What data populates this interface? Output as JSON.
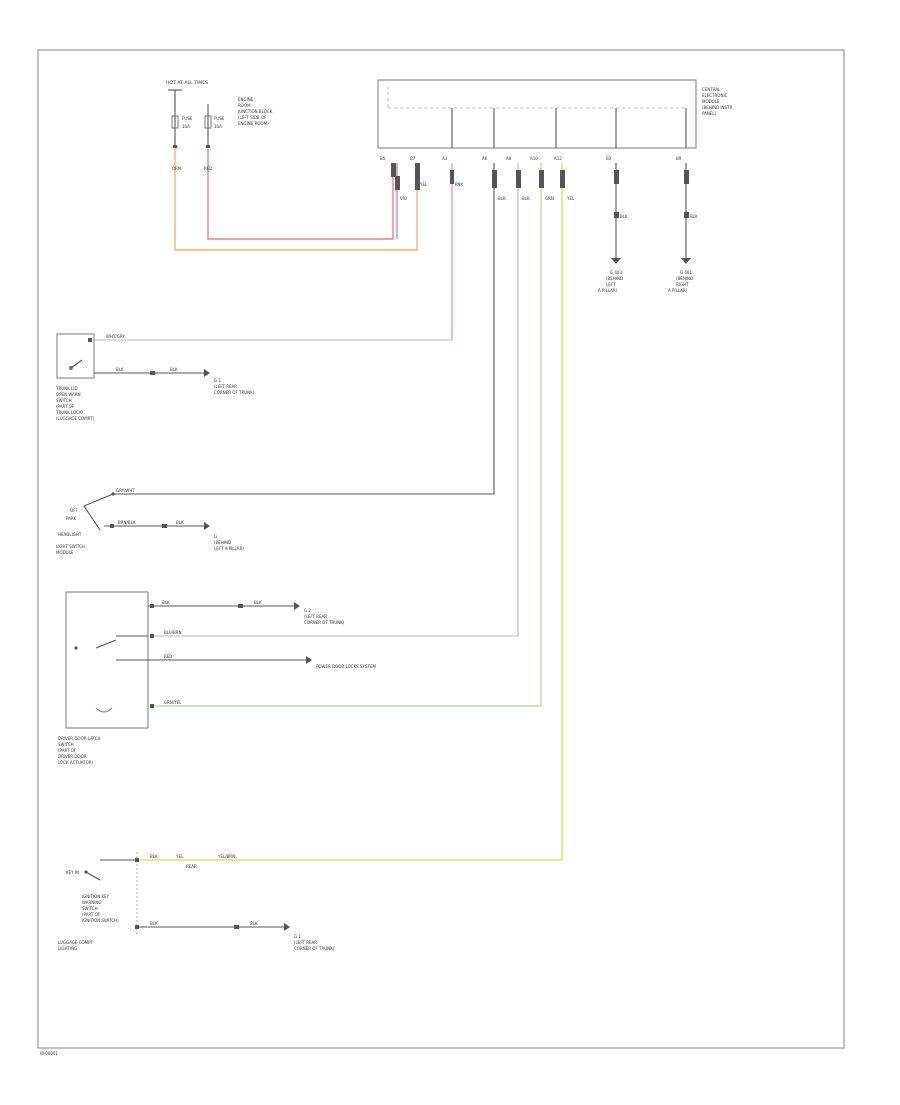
{
  "colors": {
    "orange": "#f5b46a",
    "red": "#f08080",
    "violet": "#b38fe0",
    "magenta": "#f07ef0",
    "green": "#a6dd8f",
    "yellow": "#d6d65a",
    "black": "#555555",
    "gray": "#b8b8b8"
  },
  "power": {
    "hot_at_all_times": "HOT AT ALL TIMES",
    "fuse_a": "FUSE",
    "fuse_a_rating": "10A",
    "fuse_b": "FUSE",
    "fuse_b_rating": "10A",
    "fuse_box_label": [
      "ENGINE",
      "ROOM",
      "JUNCTION BLOCK",
      "(LEFT SIDE OF",
      "ENGINE ROOM)"
    ]
  },
  "module": {
    "label": [
      "CENTRAL",
      "ELECTRONIC",
      "MODULE",
      "(BEHIND INSTR",
      "PANEL)"
    ],
    "pins": [
      "B5",
      "B7",
      "A3",
      "A6",
      "A8",
      "A10",
      "A12",
      "B2",
      "B9"
    ]
  },
  "wire_codes": {
    "orange": "ORN",
    "red": "RED",
    "violet": "VIO",
    "yellow_top": "YEL",
    "magenta": "PNK",
    "black_a": "BLK",
    "black_b": "BLK",
    "green": "GRN",
    "yellow": "YEL",
    "right_a": "BLK",
    "right_b": "BLK"
  },
  "grounds": {
    "right_a": [
      "G 403",
      "(BEHIND",
      "LEFT",
      "A PILLAR)"
    ],
    "right_b": [
      "G 401",
      "(BEHIND",
      "RIGHT",
      "A PILLAR)"
    ]
  },
  "trunk_switch": {
    "label": [
      "TRUNK LID",
      "OPEN WARN",
      "SWITCH",
      "(PART OF",
      "TRUNK LOCK)",
      "(LUGGAGE COMPT)"
    ],
    "wire_top": "WHT/GRY",
    "wire_bottom_a": "BLK",
    "wire_bottom_b": "BLK",
    "ground": [
      "G 1",
      "(LEFT REAR",
      "CORNER OF TRUNK)"
    ]
  },
  "light_switch": {
    "label": [
      "LIGHT SWITCH",
      "MODULE"
    ],
    "off_label": "OFF",
    "on_label": "PARK",
    "position": "HEADLIGHT",
    "wire_top": "GRY/WHT",
    "wire_bottom_a": "BRN/BLK",
    "wire_bottom_b": "BLK",
    "ground": [
      "G",
      "(BEHIND",
      "LEFT A PILLAR)"
    ]
  },
  "door_switch": {
    "label": [
      "DRIVER DOOR LATCH",
      "SWITCH",
      "(PART OF",
      "DRIVER DOOR",
      "LOCK ACTUATOR)"
    ],
    "wire_1a": "BLK",
    "wire_1b": "BLK",
    "wire_2": "BLU/BRN",
    "wire_3": "RED",
    "wire_3_dest": "POWER DOOR LOCKS SYSTEM",
    "wire_4": "GRN/YEL",
    "ground": [
      "G 2",
      "(LEFT REAR",
      "CORNER OF TRUNK)"
    ]
  },
  "key_switch": {
    "label": [
      "IGNITION KEY",
      "WARNING",
      "SWITCH",
      "(PART OF",
      "IGNITION SWITCH)"
    ],
    "key_label": "KEY IN",
    "wire_1a": "BLK",
    "wire_1b": "YEL",
    "wire_1_note": "REAR",
    "wire_1c": "YEL/BRN",
    "wire_2a": "BLK",
    "wire_2b": "BLK",
    "lamp_label": [
      "LUGGAGE COMPT",
      "LIGHTING"
    ],
    "ground": [
      "G 1",
      "(LEFT REAR",
      "CORNER OF TRUNK)"
    ]
  },
  "footer": {
    "code": "W-00001"
  }
}
